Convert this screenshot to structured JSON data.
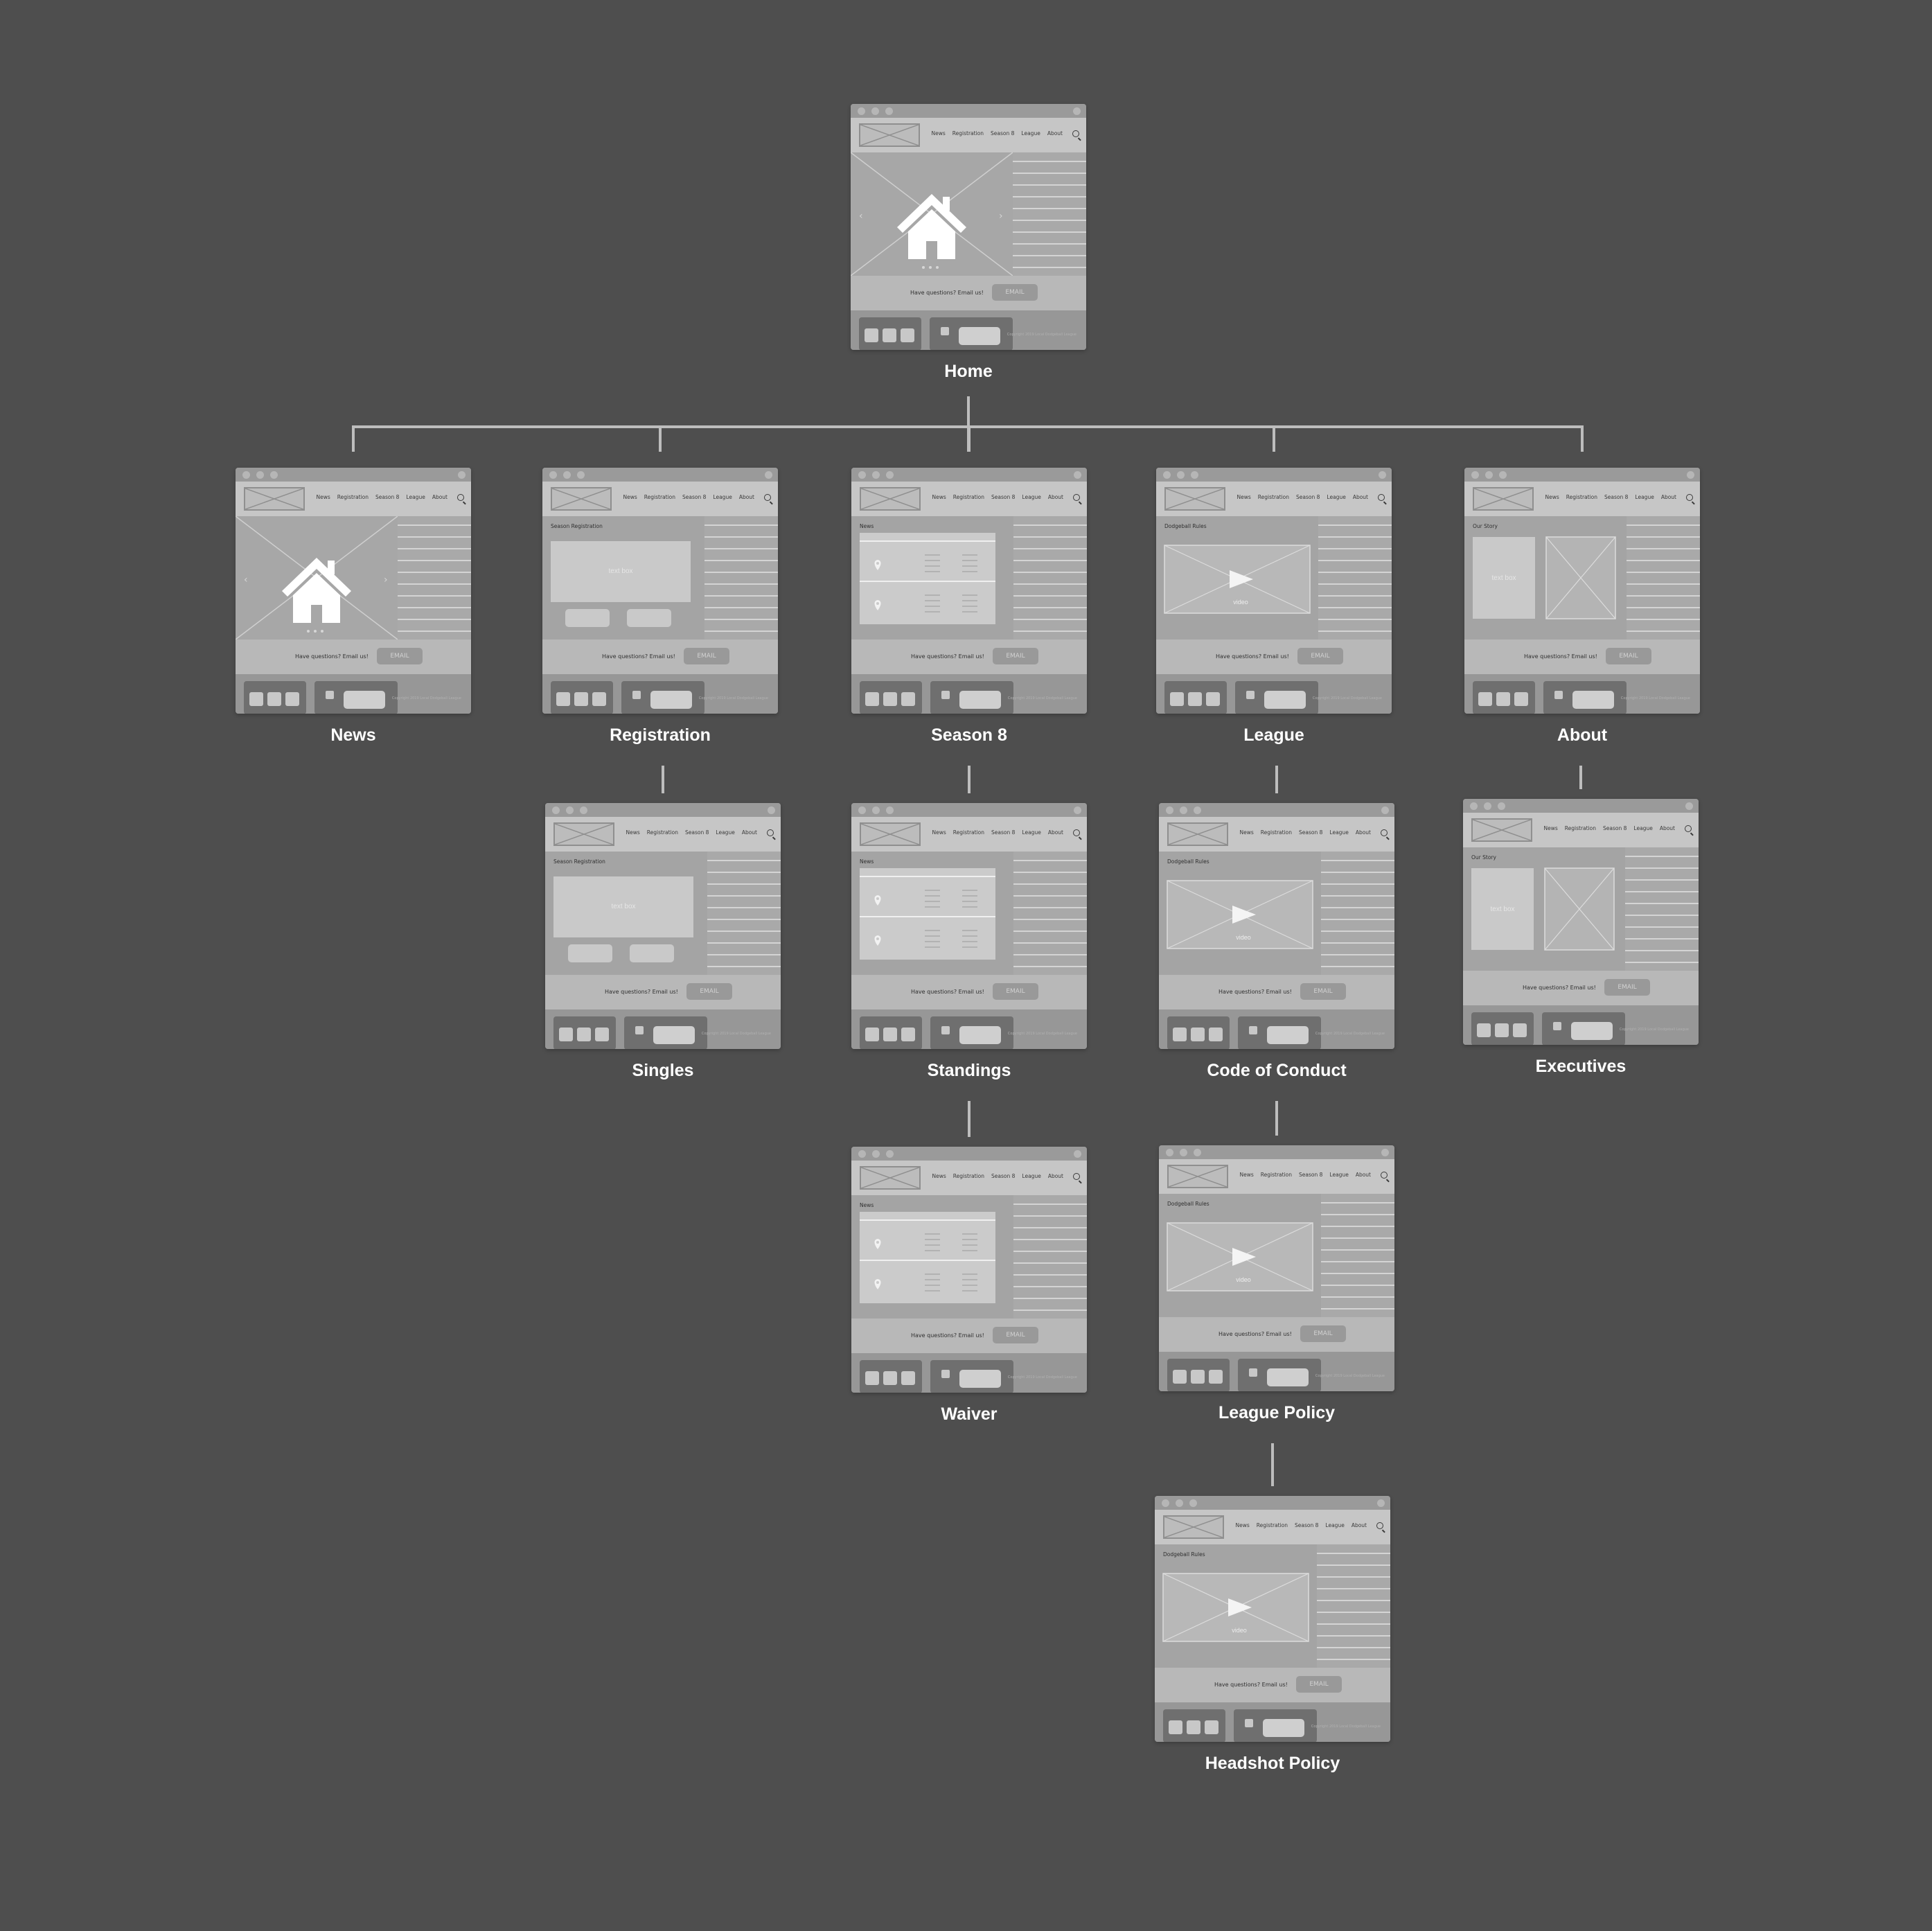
{
  "wireframe": {
    "nav_links": [
      "News",
      "Registration",
      "Season 8",
      "League",
      "About"
    ],
    "cta_question": "Have questions? Email us!",
    "cta_button": "EMAIL",
    "text_box_label": "text box",
    "video_label": "video",
    "copyright": "Copyright 2019 Local Dodgeball League",
    "icons": {
      "search": "search-icon",
      "logo": "logo-placeholder-icon",
      "home": "home-icon",
      "play": "play-icon",
      "pin": "location-pin-icon"
    }
  },
  "titles": {
    "registration": "Season Registration",
    "news": "News",
    "rules": "Dodgeball Rules",
    "story": "Our Story"
  },
  "nodes": [
    {
      "id": "home",
      "label": "Home",
      "type": "carousel"
    },
    {
      "id": "news",
      "label": "News",
      "type": "carousel"
    },
    {
      "id": "registration",
      "label": "Registration",
      "type": "registration"
    },
    {
      "id": "season8",
      "label": "Season 8",
      "type": "news"
    },
    {
      "id": "league",
      "label": "League",
      "type": "video"
    },
    {
      "id": "about",
      "label": "About",
      "type": "about"
    },
    {
      "id": "singles",
      "label": "Singles",
      "type": "registration"
    },
    {
      "id": "standings",
      "label": "Standings",
      "type": "news"
    },
    {
      "id": "codeofconduct",
      "label": "Code of Conduct",
      "type": "video"
    },
    {
      "id": "executives",
      "label": "Executives",
      "type": "about"
    },
    {
      "id": "waiver",
      "label": "Waiver",
      "type": "news"
    },
    {
      "id": "leaguepolicy",
      "label": "League Policy",
      "type": "video"
    },
    {
      "id": "headshotpolicy",
      "label": "Headshot Policy",
      "type": "video"
    }
  ],
  "edges": [
    [
      "home",
      "news"
    ],
    [
      "home",
      "registration"
    ],
    [
      "home",
      "season8"
    ],
    [
      "home",
      "league"
    ],
    [
      "home",
      "about"
    ],
    [
      "registration",
      "singles"
    ],
    [
      "season8",
      "standings"
    ],
    [
      "league",
      "codeofconduct"
    ],
    [
      "about",
      "executives"
    ],
    [
      "standings",
      "waiver"
    ],
    [
      "codeofconduct",
      "leaguepolicy"
    ],
    [
      "leaguepolicy",
      "headshotpolicy"
    ]
  ]
}
